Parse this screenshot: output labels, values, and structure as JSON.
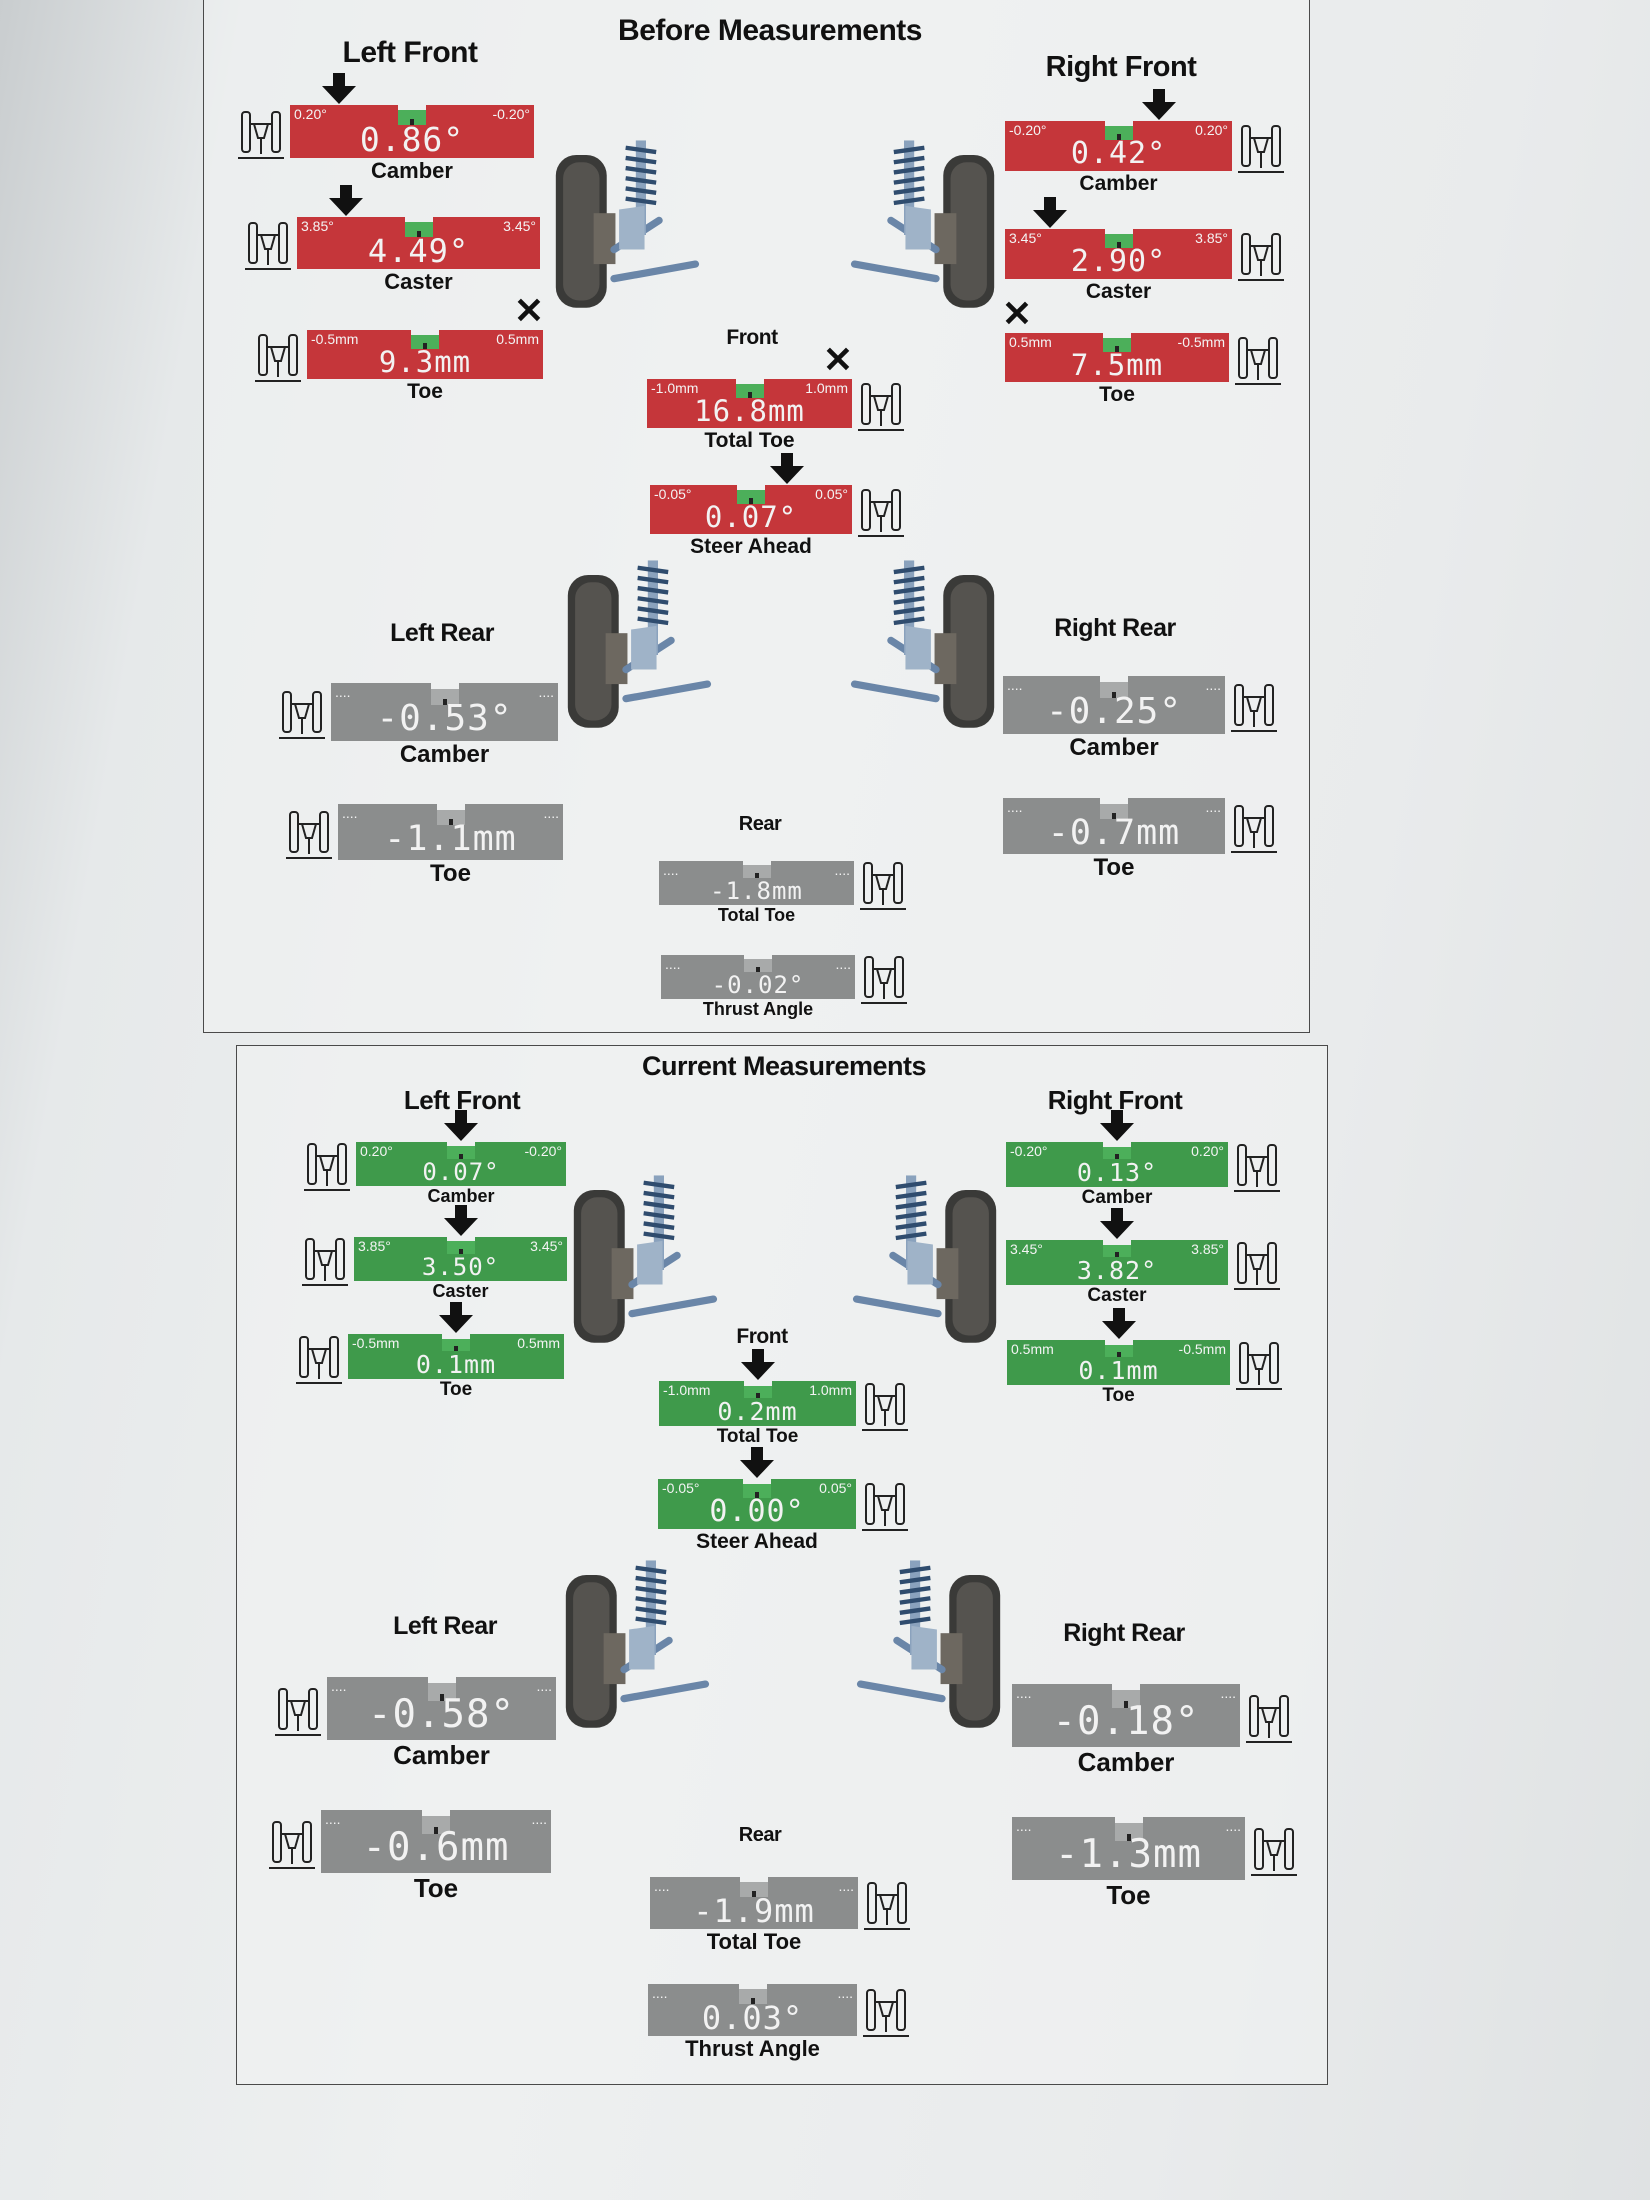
{
  "colors": {
    "red": "#c5363a",
    "green": "#3f9a4b",
    "gray": "#8b8d8d",
    "notch_green": "#4caf5a",
    "notch_gray": "#a8aaaa"
  },
  "before": {
    "title": "Before Measurements",
    "left_front": "Left Front",
    "right_front": "Right Front",
    "front": "Front",
    "left_rear": "Left Rear",
    "right_rear": "Right Rear",
    "rear": "Rear",
    "gauges": [
      {
        "id": "lf-camber",
        "label": "Camber",
        "value": "0.86°",
        "min": "0.20°",
        "max": "-0.20°",
        "status": "red",
        "indicator": "arrow-left",
        "icon": "camber-icon"
      },
      {
        "id": "lf-caster",
        "label": "Caster",
        "value": "4.49°",
        "min": "3.85°",
        "max": "3.45°",
        "status": "red",
        "indicator": "arrow-left",
        "icon": "caster-icon"
      },
      {
        "id": "lf-toe",
        "label": "Toe",
        "value": "9.3mm",
        "min": "-0.5mm",
        "max": "0.5mm",
        "status": "red",
        "indicator": "x",
        "icon": "toe-icon"
      },
      {
        "id": "rf-camber",
        "label": "Camber",
        "value": "0.42°",
        "min": "-0.20°",
        "max": "0.20°",
        "status": "red",
        "indicator": "arrow-right",
        "icon": "camber-icon"
      },
      {
        "id": "rf-caster",
        "label": "Caster",
        "value": "2.90°",
        "min": "3.45°",
        "max": "3.85°",
        "status": "red",
        "indicator": "arrow-left",
        "icon": "caster-icon"
      },
      {
        "id": "rf-toe",
        "label": "Toe",
        "value": "7.5mm",
        "min": "0.5mm",
        "max": "-0.5mm",
        "status": "red",
        "indicator": "x-left",
        "icon": "toe-icon"
      },
      {
        "id": "f-total-toe",
        "label": "Total Toe",
        "value": "16.8mm",
        "min": "-1.0mm",
        "max": "1.0mm",
        "status": "red",
        "indicator": "x",
        "icon": "total-toe-icon"
      },
      {
        "id": "steer-ahead",
        "label": "Steer Ahead",
        "value": "0.07°",
        "min": "-0.05°",
        "max": "0.05°",
        "status": "red",
        "indicator": "arrow-right",
        "icon": "steer-ahead-icon"
      },
      {
        "id": "lr-camber",
        "label": "Camber",
        "value": "-0.53°",
        "min": "....",
        "max": "....",
        "status": "gray",
        "indicator": "none",
        "icon": "camber-icon"
      },
      {
        "id": "lr-toe",
        "label": "Toe",
        "value": "-1.1mm",
        "min": "....",
        "max": "....",
        "status": "gray",
        "indicator": "none",
        "icon": "toe-icon"
      },
      {
        "id": "rr-camber",
        "label": "Camber",
        "value": "-0.25°",
        "min": "....",
        "max": "....",
        "status": "gray",
        "indicator": "none",
        "icon": "camber-icon"
      },
      {
        "id": "rr-toe",
        "label": "Toe",
        "value": "-0.7mm",
        "min": "....",
        "max": "....",
        "status": "gray",
        "indicator": "none",
        "icon": "toe-icon"
      },
      {
        "id": "r-total-toe",
        "label": "Total Toe",
        "value": "-1.8mm",
        "min": "....",
        "max": "....",
        "status": "gray",
        "indicator": "none",
        "icon": "total-toe-icon"
      },
      {
        "id": "thrust",
        "label": "Thrust Angle",
        "value": "-0.02°",
        "min": "....",
        "max": "....",
        "status": "gray",
        "indicator": "none",
        "icon": "thrust-angle-icon"
      }
    ]
  },
  "current": {
    "title": "Current Measurements",
    "left_front": "Left Front",
    "right_front": "Right Front",
    "front": "Front",
    "left_rear": "Left Rear",
    "right_rear": "Right Rear",
    "rear": "Rear",
    "gauges": [
      {
        "id": "lf-camber",
        "label": "Camber",
        "value": "0.07°",
        "min": "0.20°",
        "max": "-0.20°",
        "status": "green",
        "indicator": "arrow-center",
        "icon": "camber-icon"
      },
      {
        "id": "lf-caster",
        "label": "Caster",
        "value": "3.50°",
        "min": "3.85°",
        "max": "3.45°",
        "status": "green",
        "indicator": "arrow-center",
        "icon": "caster-icon"
      },
      {
        "id": "lf-toe",
        "label": "Toe",
        "value": "0.1mm",
        "min": "-0.5mm",
        "max": "0.5mm",
        "status": "green",
        "indicator": "arrow-center",
        "icon": "toe-icon"
      },
      {
        "id": "rf-camber",
        "label": "Camber",
        "value": "0.13°",
        "min": "-0.20°",
        "max": "0.20°",
        "status": "green",
        "indicator": "arrow-center",
        "icon": "camber-icon"
      },
      {
        "id": "rf-caster",
        "label": "Caster",
        "value": "3.82°",
        "min": "3.45°",
        "max": "3.85°",
        "status": "green",
        "indicator": "arrow-center",
        "icon": "caster-icon"
      },
      {
        "id": "rf-toe",
        "label": "Toe",
        "value": "0.1mm",
        "min": "0.5mm",
        "max": "-0.5mm",
        "status": "green",
        "indicator": "arrow-center",
        "icon": "toe-icon"
      },
      {
        "id": "f-total-toe",
        "label": "Total Toe",
        "value": "0.2mm",
        "min": "-1.0mm",
        "max": "1.0mm",
        "status": "green",
        "indicator": "arrow-center",
        "icon": "total-toe-icon"
      },
      {
        "id": "steer-ahead",
        "label": "Steer Ahead",
        "value": "0.00°",
        "min": "-0.05°",
        "max": "0.05°",
        "status": "green",
        "indicator": "arrow-center",
        "icon": "steer-ahead-icon"
      },
      {
        "id": "lr-camber",
        "label": "Camber",
        "value": "-0.58°",
        "min": "....",
        "max": "....",
        "status": "gray",
        "indicator": "none",
        "icon": "camber-icon"
      },
      {
        "id": "lr-toe",
        "label": "Toe",
        "value": "-0.6mm",
        "min": "....",
        "max": "....",
        "status": "gray",
        "indicator": "none",
        "icon": "toe-icon"
      },
      {
        "id": "rr-camber",
        "label": "Camber",
        "value": "-0.18°",
        "min": "....",
        "max": "....",
        "status": "gray",
        "indicator": "none",
        "icon": "camber-icon"
      },
      {
        "id": "rr-toe",
        "label": "Toe",
        "value": "-1.3mm",
        "min": "....",
        "max": "....",
        "status": "gray",
        "indicator": "none",
        "icon": "toe-icon"
      },
      {
        "id": "r-total-toe",
        "label": "Total Toe",
        "value": "-1.9mm",
        "min": "....",
        "max": "....",
        "status": "gray",
        "indicator": "none",
        "icon": "total-toe-icon"
      },
      {
        "id": "thrust",
        "label": "Thrust Angle",
        "value": "0.03°",
        "min": "....",
        "max": "....",
        "status": "gray",
        "indicator": "none",
        "icon": "thrust-angle-icon"
      }
    ]
  }
}
